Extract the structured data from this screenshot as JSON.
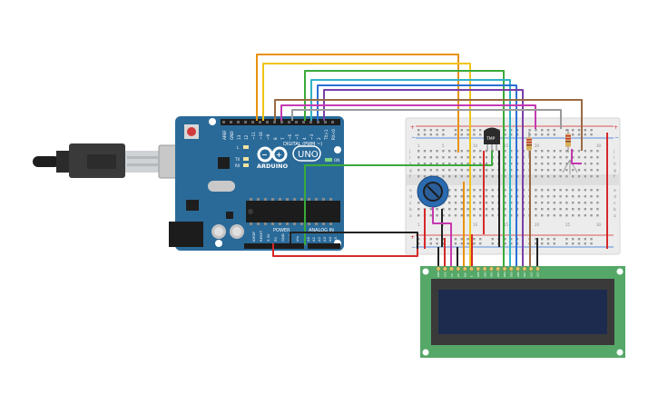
{
  "arduino": {
    "logo_text": "ARDUINO",
    "model_text": "UNO",
    "digital_header": "DIGITAL (PWM ~)",
    "power_header": "POWER",
    "analog_header": "ANALOG IN",
    "on_label": "ON",
    "led_l": "L",
    "led_tx": "TX",
    "led_rx": "RX",
    "digital_pins": [
      "AREF",
      "GND",
      "13",
      "12",
      "~11",
      "~10",
      "~9",
      "8",
      "7",
      "~6",
      "~5",
      "4",
      "~3",
      "2",
      "TX>1",
      "RX<0"
    ],
    "power_pins": [
      "IOREF",
      "RESET",
      "3.3V",
      "5V",
      "GND",
      "GND",
      "Vin"
    ],
    "analog_pins": [
      "A0",
      "A1",
      "A2",
      "A3",
      "A4",
      "A5"
    ]
  },
  "breadboard": {
    "row_letters_top": [
      "j",
      "i",
      "h",
      "g",
      "f"
    ],
    "row_letters_bottom": [
      "e",
      "d",
      "c",
      "b",
      "a"
    ],
    "column_numbers": [
      "1",
      "5",
      "10",
      "15",
      "20",
      "25",
      "30"
    ]
  },
  "sensor": {
    "label": "TMP"
  },
  "lcd": {
    "pins": [
      "GND",
      "VCC",
      "V0",
      "RS",
      "RW",
      "E",
      "DB0",
      "DB1",
      "DB2",
      "DB3",
      "DB4",
      "DB5",
      "DB6",
      "DB7",
      "LED",
      "LED"
    ]
  },
  "colors": {
    "board": "#2a6a99",
    "breadboard": "#ececec",
    "lcd_pcb": "#55a868",
    "lcd_screen": "#1c2b4e",
    "wire_orange": "#e8920c",
    "wire_yellow": "#f0c419",
    "wire_green": "#3aaa3a",
    "wire_cyan": "#2fb2c8",
    "wire_blue": "#2c6fd6",
    "wire_purple": "#7b3fa6",
    "wire_magenta": "#c43ab0",
    "wire_brown": "#9b6a43",
    "wire_gray": "#9a9a9a",
    "wire_red": "#d62828",
    "wire_black": "#222222"
  }
}
